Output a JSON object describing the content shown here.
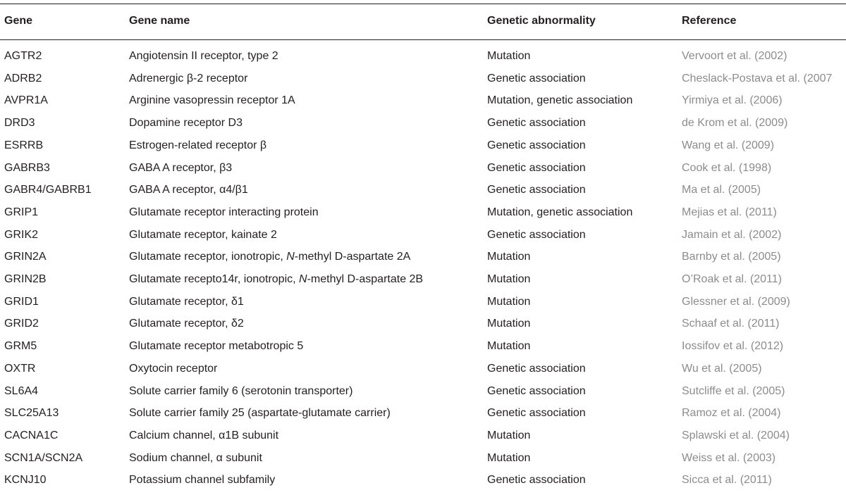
{
  "table": {
    "headers": [
      "Gene",
      "Gene name",
      "Genetic abnormality",
      "Reference"
    ],
    "rows": [
      {
        "gene": "AGTR2",
        "name": "Angiotensin II receptor, type 2",
        "abnormality": "Mutation",
        "reference": "Vervoort et al. (2002)"
      },
      {
        "gene": "ADRB2",
        "name": "Adrenergic β-2 receptor",
        "abnormality": "Genetic association",
        "reference": "Cheslack-Postava et al. (2007"
      },
      {
        "gene": "AVPR1A",
        "name": "Arginine vasopressin receptor 1A",
        "abnormality": "Mutation, genetic association",
        "reference": "Yirmiya et al. (2006)"
      },
      {
        "gene": "DRD3",
        "name": "Dopamine receptor D3",
        "abnormality": "Genetic association",
        "reference": "de Krom et al. (2009)"
      },
      {
        "gene": "ESRRB",
        "name": "Estrogen-related receptor β",
        "abnormality": "Genetic association",
        "reference": "Wang et al. (2009)"
      },
      {
        "gene": "GABRB3",
        "name": "GABA A receptor, β3",
        "abnormality": "Genetic association",
        "reference": "Cook et al. (1998)"
      },
      {
        "gene": "GABR4/GABRB1",
        "name": "GABA A receptor, α4/β1",
        "abnormality": "Genetic association",
        "reference": "Ma et al. (2005)"
      },
      {
        "gene": "GRIP1",
        "name": "Glutamate receptor interacting protein",
        "abnormality": "Mutation, genetic association",
        "reference": "Mejias et al. (2011)"
      },
      {
        "gene": "GRIK2",
        "name": "Glutamate receptor, kainate 2",
        "abnormality": "Genetic association",
        "reference": "Jamain et al. (2002)"
      },
      {
        "gene": "GRIN2A",
        "name_pre": "Glutamate receptor, ionotropic, ",
        "name_ital": "N",
        "name_post": "-methyl D-aspartate 2A",
        "abnormality": "Mutation",
        "reference": "Barnby et al. (2005)"
      },
      {
        "gene": "GRIN2B",
        "name_pre": "Glutamate recepto14r, ionotropic, ",
        "name_ital": "N",
        "name_post": "-methyl D-aspartate 2B",
        "abnormality": "Mutation",
        "reference": "O’Roak et al. (2011)"
      },
      {
        "gene": "GRID1",
        "name": "Glutamate receptor, δ1",
        "abnormality": "Mutation",
        "reference": "Glessner et al. (2009)"
      },
      {
        "gene": "GRID2",
        "name": "Glutamate receptor, δ2",
        "abnormality": "Mutation",
        "reference": "Schaaf et al. (2011)"
      },
      {
        "gene": "GRM5",
        "name": "Glutamate receptor metabotropic 5",
        "abnormality": "Mutation",
        "reference": "Iossifov et al. (2012)"
      },
      {
        "gene": "OXTR",
        "name": "Oxytocin receptor",
        "abnormality": "Genetic association",
        "reference": "Wu et al. (2005)"
      },
      {
        "gene": "SL6A4",
        "name": "Solute carrier family 6 (serotonin transporter)",
        "abnormality": "Genetic association",
        "reference": "Sutcliffe et al. (2005)"
      },
      {
        "gene": "SLC25A13",
        "name": "Solute carrier family 25 (aspartate-glutamate carrier)",
        "abnormality": "Genetic association",
        "reference": "Ramoz et al. (2004)"
      },
      {
        "gene": "CACNA1C",
        "name": "Calcium channel, α1B subunit",
        "abnormality": "Mutation",
        "reference": "Splawski et al. (2004)"
      },
      {
        "gene": "SCN1A/SCN2A",
        "name": "Sodium channel, α subunit",
        "abnormality": "Mutation",
        "reference": "Weiss et al. (2003)"
      },
      {
        "gene": "KCNJ10",
        "name": "Potassium channel subfamily",
        "abnormality": "Genetic association",
        "reference": "Sicca et al. (2011)"
      }
    ]
  }
}
